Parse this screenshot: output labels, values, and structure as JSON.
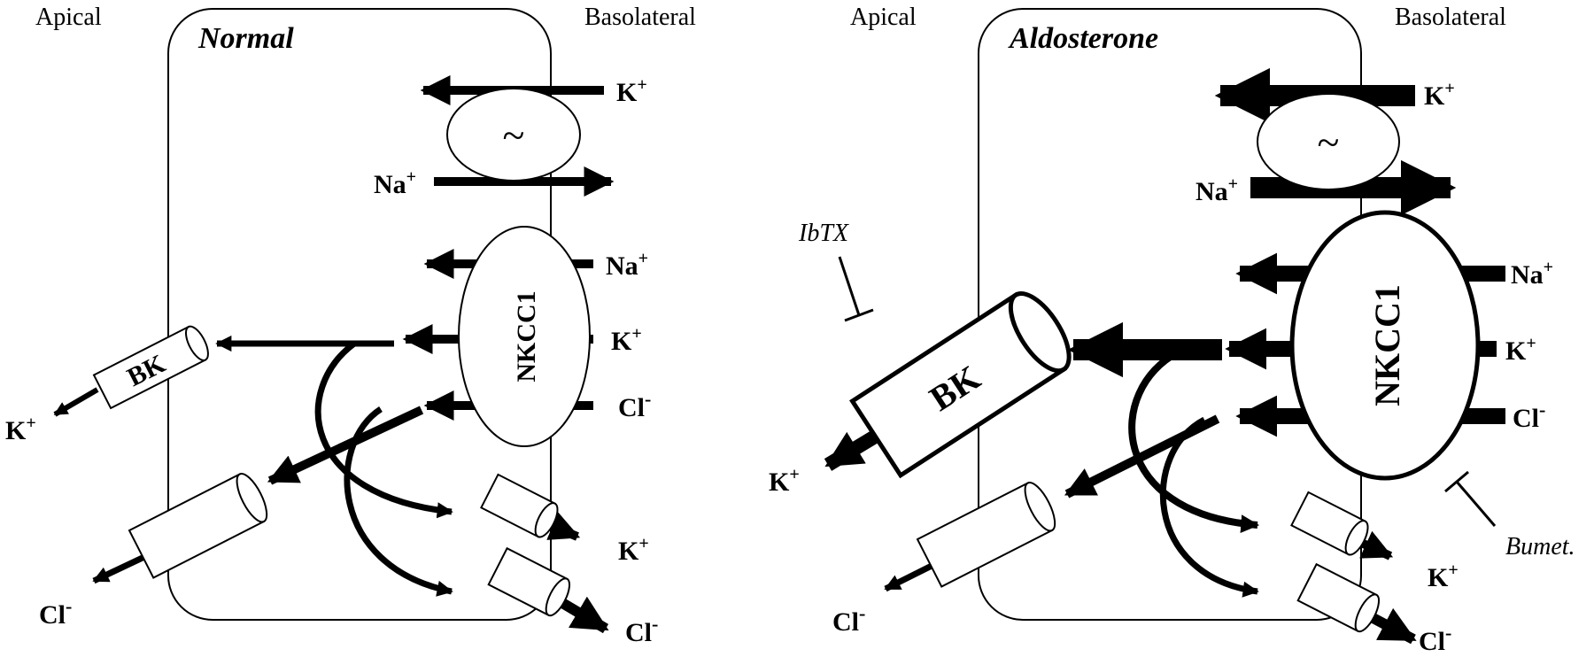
{
  "colors": {
    "ink": "#000000",
    "paper": "#ffffff"
  },
  "panels": [
    {
      "title": "Normal",
      "apical": "Apical",
      "basolateral": "Basolateral",
      "pump_symbol": "~",
      "k_ion": "K",
      "na_ion": "Na",
      "cl_ion": "Cl",
      "plus": "+",
      "minus": "-",
      "nkcc1": "NKCC1",
      "bk": "BK"
    },
    {
      "title": "Aldosterone",
      "apical": "Apical",
      "basolateral": "Basolateral",
      "pump_symbol": "~",
      "k_ion": "K",
      "na_ion": "Na",
      "cl_ion": "Cl",
      "plus": "+",
      "minus": "-",
      "nkcc1": "NKCC1",
      "bk": "BK",
      "inhibitor_bk": "IbTX",
      "inhibitor_nkcc1": "Bumet."
    }
  ]
}
